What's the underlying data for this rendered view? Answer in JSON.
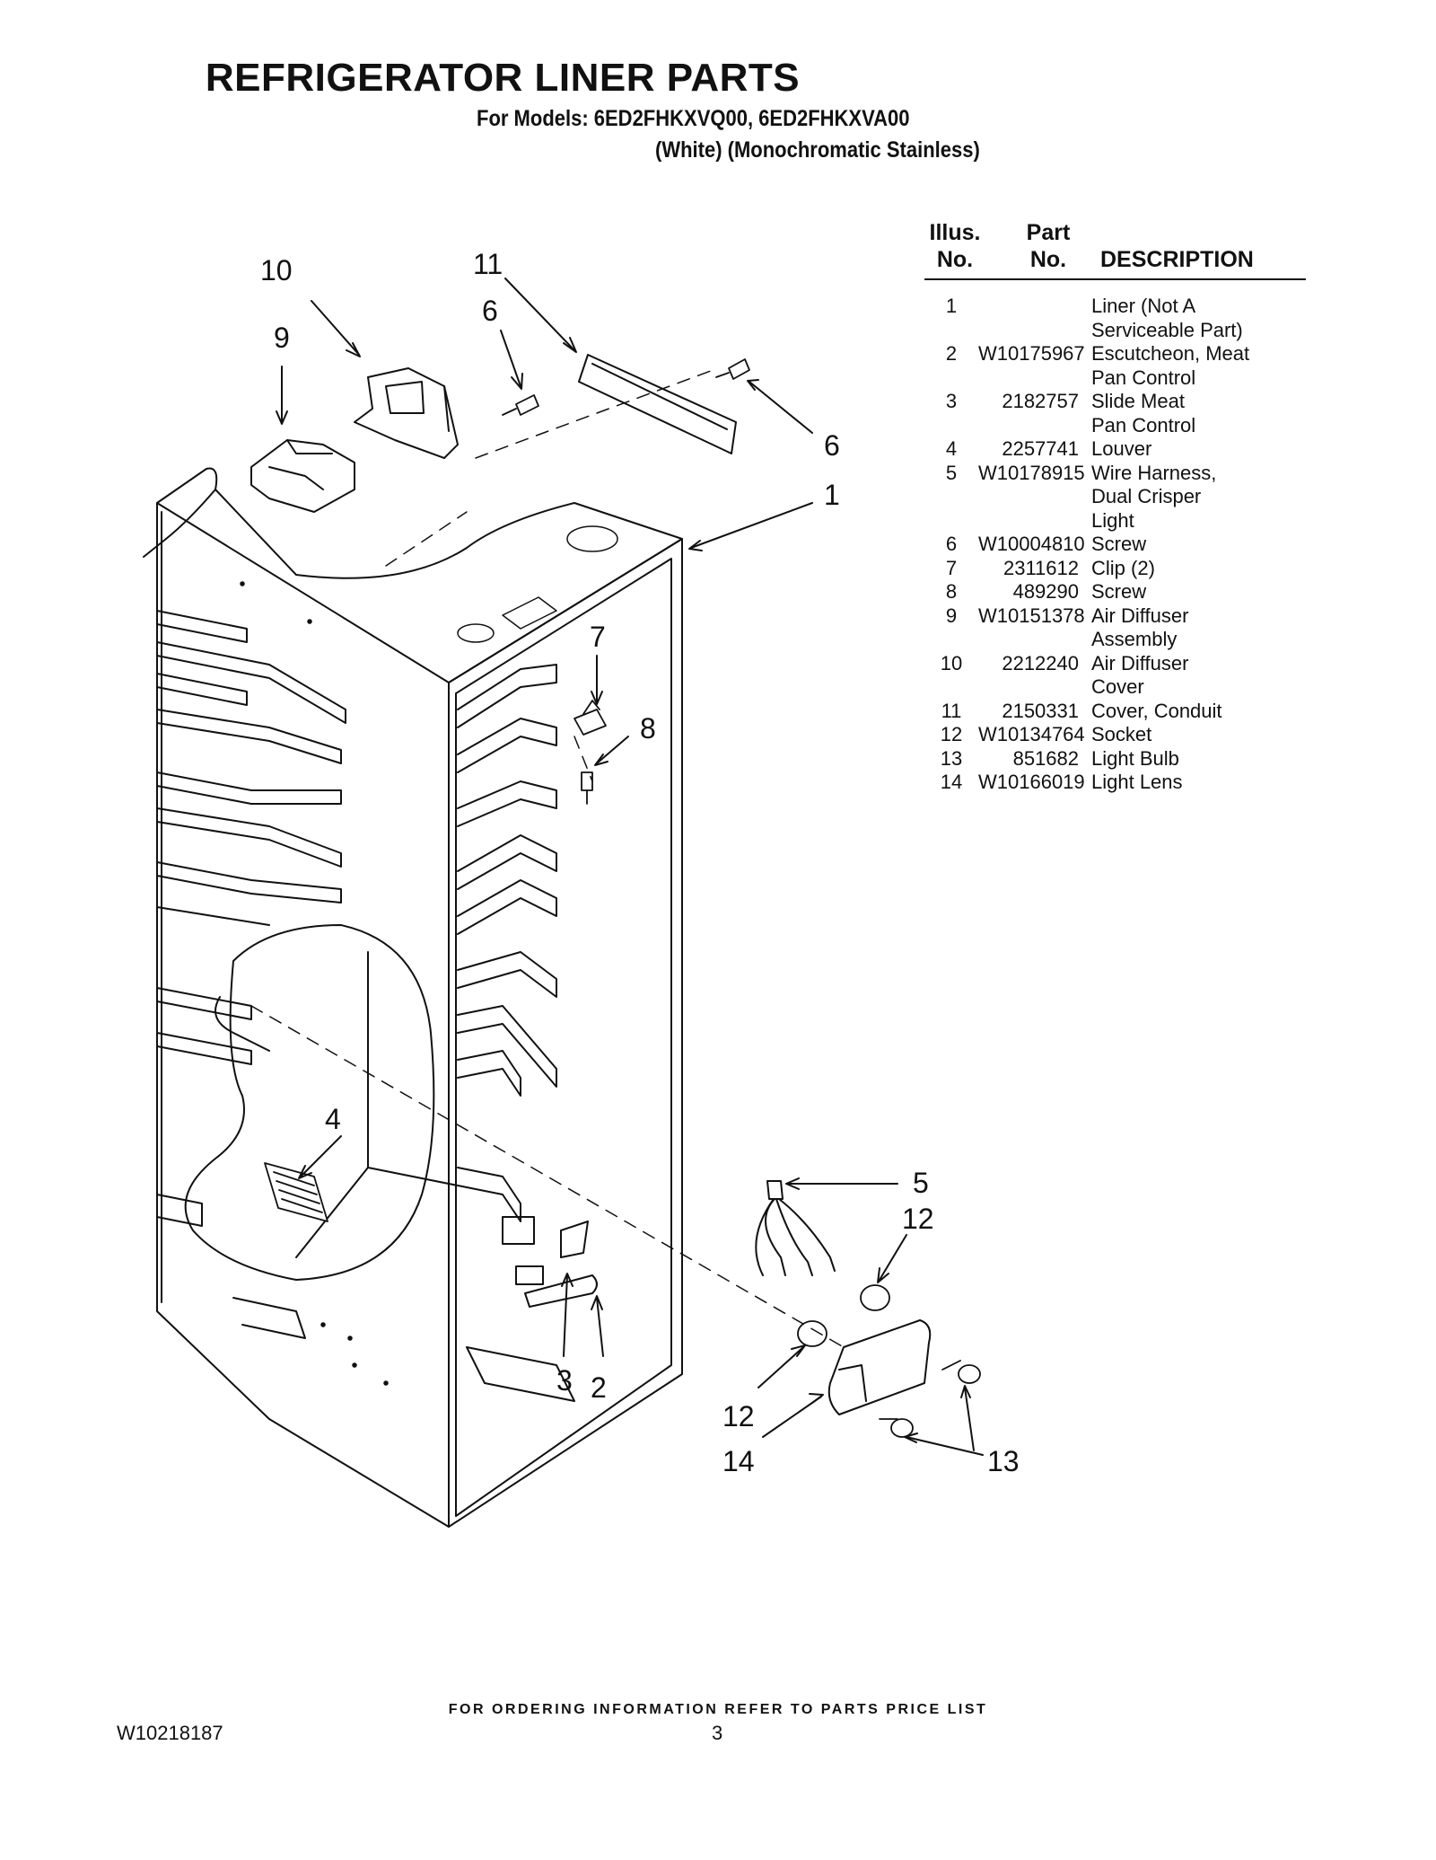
{
  "header": {
    "title": "REFRIGERATOR LINER PARTS",
    "models": "For Models: 6ED2FHKXVQ00, 6ED2FHKXVA00",
    "variants": "(White) (Monochromatic Stainless)"
  },
  "parts_table": {
    "col_illus": "Illus.\nNo.",
    "col_illus_1": "Illus.",
    "col_illus_2": "No.",
    "col_part_1": "Part",
    "col_part_2": "No.",
    "col_desc": "DESCRIPTION",
    "rows": [
      {
        "illus": "1",
        "part": "",
        "desc": "Liner (Not A\nServiceable Part)"
      },
      {
        "illus": "2",
        "part": "W10175967",
        "desc": "Escutcheon, Meat\nPan Control"
      },
      {
        "illus": "3",
        "part": "2182757",
        "desc": "Slide Meat\nPan Control"
      },
      {
        "illus": "4",
        "part": "2257741",
        "desc": "Louver"
      },
      {
        "illus": "5",
        "part": "W10178915",
        "desc": "Wire Harness,\nDual Crisper\nLight"
      },
      {
        "illus": "6",
        "part": "W10004810",
        "desc": "Screw"
      },
      {
        "illus": "7",
        "part": "2311612",
        "desc": "Clip (2)"
      },
      {
        "illus": "8",
        "part": "489290",
        "desc": "Screw"
      },
      {
        "illus": "9",
        "part": "W10151378",
        "desc": "Air Diffuser\nAssembly"
      },
      {
        "illus": "10",
        "part": "2212240",
        "desc": "Air Diffuser\nCover"
      },
      {
        "illus": "11",
        "part": "2150331",
        "desc": "Cover, Conduit"
      },
      {
        "illus": "12",
        "part": "W10134764",
        "desc": "Socket"
      },
      {
        "illus": "13",
        "part": "851682",
        "desc": "Light Bulb"
      },
      {
        "illus": "14",
        "part": "W10166019",
        "desc": "Light Lens"
      }
    ]
  },
  "callouts": {
    "c10": "10",
    "c9": "9",
    "c11": "11",
    "c6a": "6",
    "c6b": "6",
    "c1": "1",
    "c7": "7",
    "c8": "8",
    "c4": "4",
    "c5": "5",
    "c12a": "12",
    "c12b": "12",
    "c14": "14",
    "c13": "13",
    "c3": "3",
    "c2": "2"
  },
  "footer": {
    "note": "FOR ORDERING INFORMATION REFER TO PARTS PRICE LIST",
    "doc_number": "W10218187",
    "page_number": "3"
  }
}
